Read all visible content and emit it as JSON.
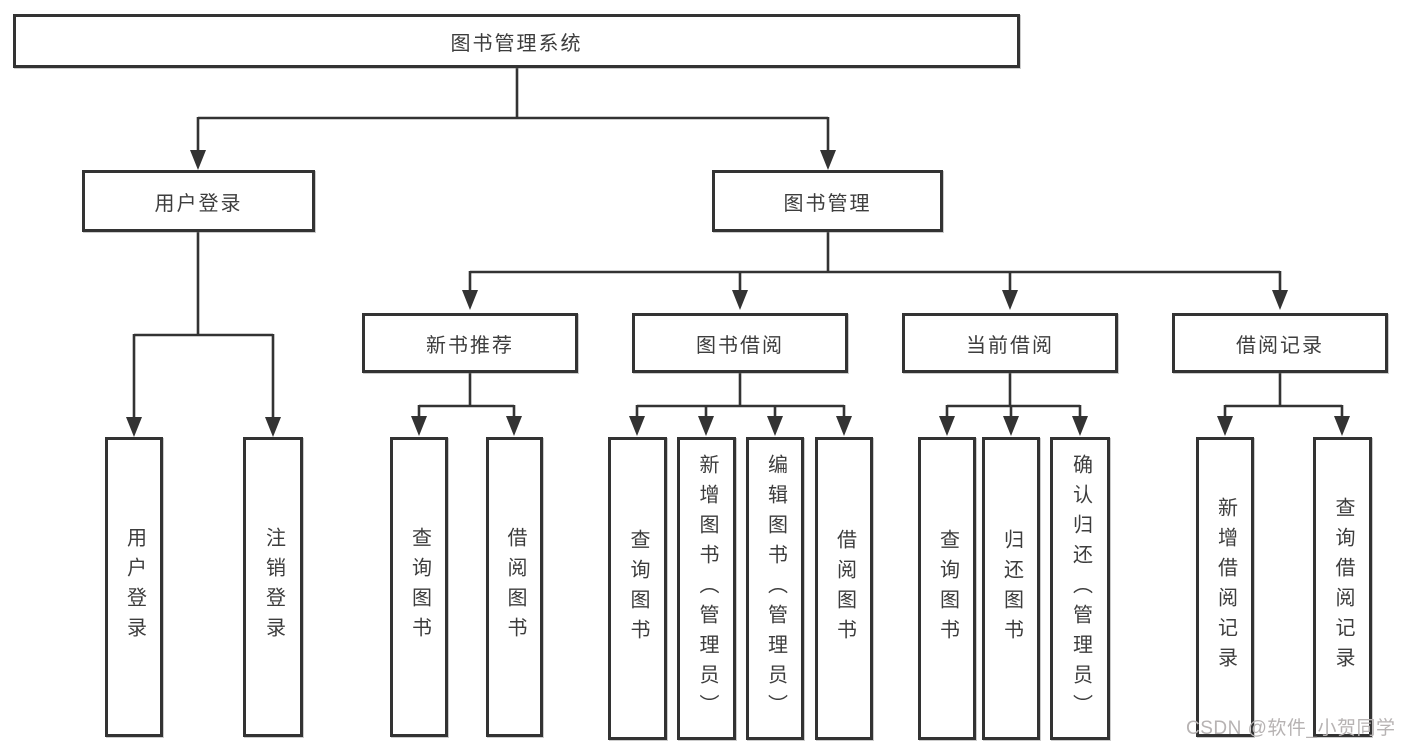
{
  "colors": {
    "line": "#333333",
    "box_border": "#333333",
    "text": "#3d3d3d",
    "watermark": "#b7b3b3",
    "background": "#ffffff"
  },
  "nodes": {
    "root": {
      "label": "图书管理系统"
    },
    "user-login": {
      "label": "用户登录"
    },
    "book-management": {
      "label": "图书管理"
    },
    "new-book-recommend": {
      "label": "新书推荐"
    },
    "book-borrow": {
      "label": "图书借阅"
    },
    "current-borrow": {
      "label": "当前借阅"
    },
    "borrow-record": {
      "label": "借阅记录"
    },
    "leaf-user-login": {
      "label": "用户登录"
    },
    "leaf-logout": {
      "label": "注销登录"
    },
    "leaf-query-book-a": {
      "label": "查询图书"
    },
    "leaf-borrow-book-a": {
      "label": "借阅图书"
    },
    "leaf-query-book-b": {
      "label": "查询图书"
    },
    "leaf-add-book": {
      "label": "新增图书（管理员）"
    },
    "leaf-edit-book": {
      "label": "编辑图书（管理员）"
    },
    "leaf-borrow-book-b": {
      "label": "借阅图书"
    },
    "leaf-query-book-c": {
      "label": "查询图书"
    },
    "leaf-return-book": {
      "label": "归还图书"
    },
    "leaf-confirm-return": {
      "label": "确认归还（管理员）"
    },
    "leaf-add-borrow-record": {
      "label": "新增借阅记录"
    },
    "leaf-query-borrow-record": {
      "label": "查询借阅记录"
    }
  },
  "edges": [
    {
      "from": "root",
      "to": [
        "user-login",
        "book-management"
      ]
    },
    {
      "from": "user-login",
      "to": [
        "leaf-user-login",
        "leaf-logout"
      ]
    },
    {
      "from": "book-management",
      "to": [
        "new-book-recommend",
        "book-borrow",
        "current-borrow",
        "borrow-record"
      ]
    },
    {
      "from": "new-book-recommend",
      "to": [
        "leaf-query-book-a",
        "leaf-borrow-book-a"
      ]
    },
    {
      "from": "book-borrow",
      "to": [
        "leaf-query-book-b",
        "leaf-add-book",
        "leaf-edit-book",
        "leaf-borrow-book-b"
      ]
    },
    {
      "from": "current-borrow",
      "to": [
        "leaf-query-book-c",
        "leaf-return-book",
        "leaf-confirm-return"
      ]
    },
    {
      "from": "borrow-record",
      "to": [
        "leaf-add-borrow-record",
        "leaf-query-borrow-record"
      ]
    }
  ],
  "watermark": {
    "text": "CSDN @软件_小贺同学"
  }
}
